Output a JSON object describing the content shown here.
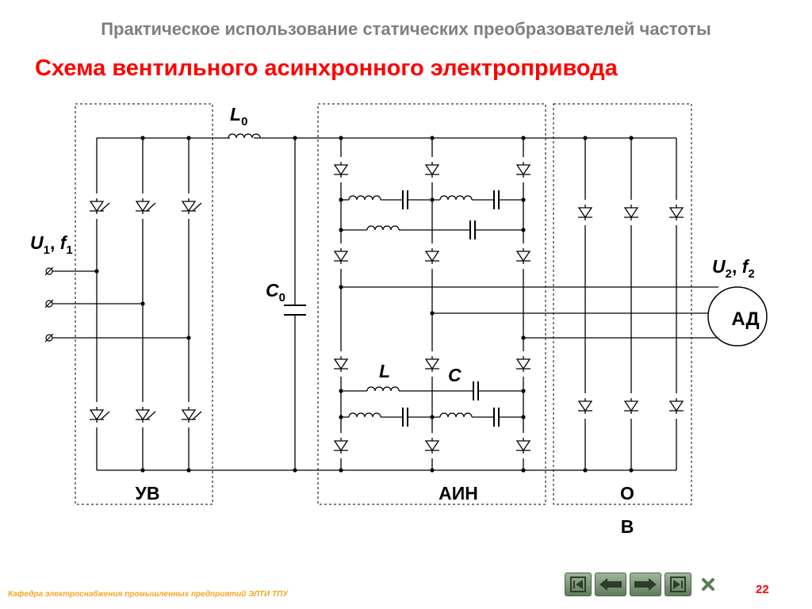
{
  "slide": {
    "subtitle": "Практическое использование статических  преобразователей  частоты",
    "title": "Схема вентильного асинхронного электропривода",
    "footer": "Кафедра электроснабжения промышленных предприятий ЭЛТИ ТПУ",
    "page_number": "22"
  },
  "colors": {
    "title": "#ff0000",
    "footer": "#f5a623",
    "page_number": "#ff0000",
    "nav_button": "#6e8b69"
  },
  "diagram": {
    "input_label": {
      "u": "U",
      "u_sub": "1",
      "f": "f",
      "f_sub": "1"
    },
    "output_label": {
      "u": "U",
      "u_sub": "2",
      "f": "f",
      "f_sub": "2"
    },
    "l0": {
      "sym": "L",
      "sub": "0"
    },
    "c0": {
      "sym": "C",
      "sub": "0"
    },
    "l": "L",
    "c": "C",
    "motor": "АД",
    "blocks": {
      "rectifier": "УВ",
      "inverter": "АИН",
      "reverse_line1": "О",
      "reverse_line2": "В"
    }
  },
  "nav": {
    "icons": [
      "first-slide-icon",
      "prev-arrow-icon",
      "next-arrow-icon",
      "last-slide-icon",
      "close-icon"
    ]
  }
}
